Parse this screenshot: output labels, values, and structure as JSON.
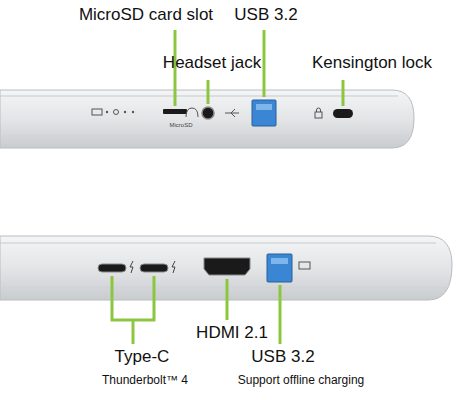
{
  "diagram": {
    "labels": [
      "MicroSD card slot",
      "USB 3.2",
      "Headset jack",
      "Kensington lock",
      "MicroSD",
      "HDMI 2.1",
      "Type-C",
      "USB 3.2",
      "Thunderbolt™ 4",
      "Support offline charging"
    ]
  }
}
